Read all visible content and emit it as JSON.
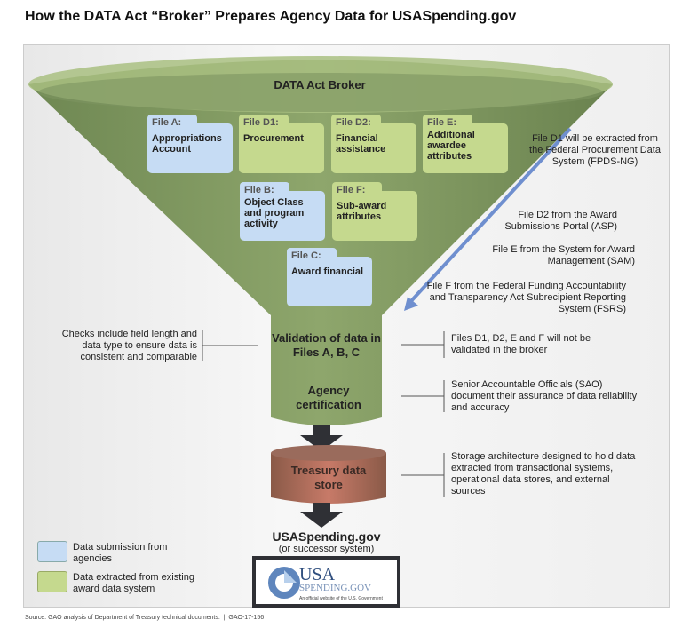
{
  "title": "How the DATA Act “Broker” Prepares Agency Data for USASpending.gov",
  "broker": "DATA Act Broker",
  "files": [
    {
      "label": "File A:",
      "desc": "Appropriations Account",
      "source": "agency"
    },
    {
      "label": "File D1:",
      "desc": "Procurement",
      "source": "existing"
    },
    {
      "label": "File D2:",
      "desc": "Financial assistance",
      "source": "existing"
    },
    {
      "label": "File E:",
      "desc": "Additional awardee attributes",
      "source": "existing"
    },
    {
      "label": "File B:",
      "desc": "Object Class and program activity",
      "source": "agency"
    },
    {
      "label": "File F:",
      "desc": "Sub-award attributes",
      "source": "existing"
    },
    {
      "label": "File C:",
      "desc": "Award financial",
      "source": "agency"
    }
  ],
  "extraction_notes": [
    "File D1 will be extracted from the Federal Procurement Data System (FPDS-NG)",
    "File D2 from the Award Submissions Portal (ASP)",
    "File E from the System for Award Management (SAM)",
    "File F from the Federal Funding Accountability and Transparency Act Subrecipient Reporting System (FSRS)"
  ],
  "validation": "Validation of data in Files A, B, C",
  "validation_left_note": "Checks include field length and data type to ensure data is consistent and comparable",
  "validation_right_note": "Files D1, D2, E and F will not be validated in the broker",
  "certification": "Agency certification",
  "certification_note": "Senior Accountable Officials (SAO) document their assurance of data reliability and accuracy",
  "treasury": "Treasury data store",
  "treasury_note": "Storage architecture designed to hold data extracted from transactional systems, operational data stores, and external sources",
  "destination": "USASpending.gov",
  "destination_sub": "(or successor system)",
  "logo": {
    "line1": "USA",
    "line2": "SPENDING.GOV",
    "tagline": "An official website of the U.S. Government"
  },
  "legend": [
    {
      "label": "Data submission from agencies",
      "color": "#c6dcf4"
    },
    {
      "label": "Data extracted from existing award data system",
      "color": "#c5d98e"
    }
  ],
  "source": "Source: GAO analysis of Department of Treasury technical documents.  |  GAO-17-156",
  "colors": {
    "funnel": "#7d9560",
    "agency": "#c6dcf4",
    "existing": "#c5d98e",
    "arrow": "#6f8fcf",
    "treasury": "#b56a5a"
  }
}
